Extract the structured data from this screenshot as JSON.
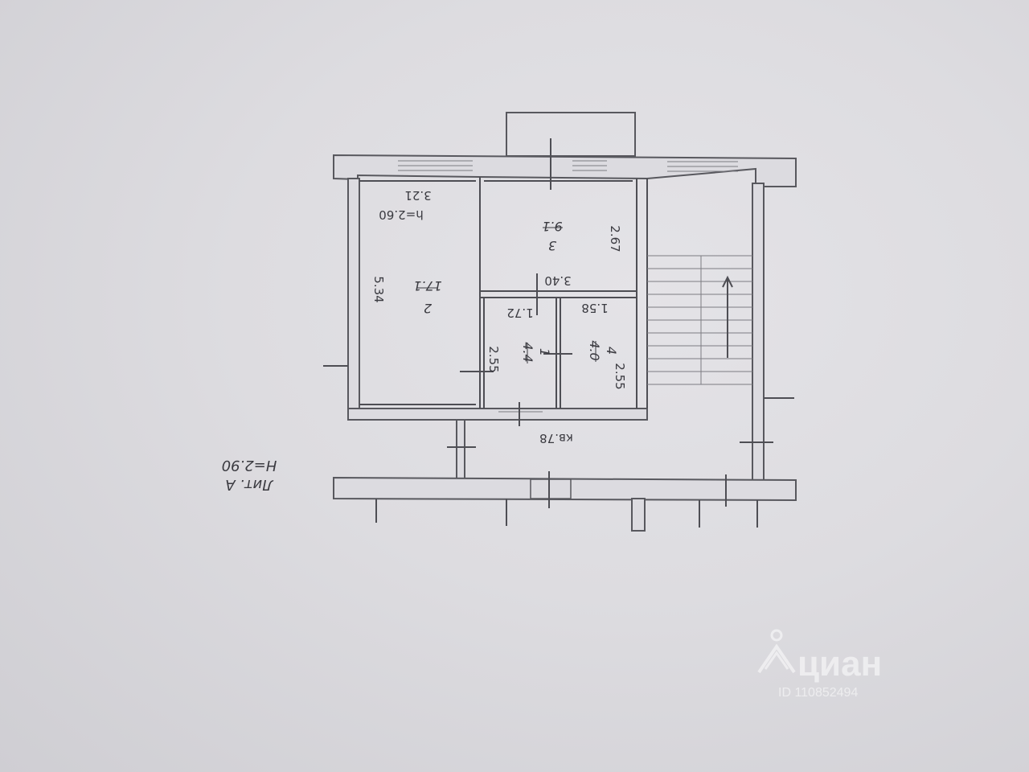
{
  "plan": {
    "sheet_label": "Лит. А",
    "building_height": "H=2.90",
    "flat_number": "кв.78",
    "ceiling_height": "h=2.60",
    "rooms": [
      {
        "number": "2",
        "area": "17.1",
        "length": "5.34",
        "width": "3.21"
      },
      {
        "number": "3",
        "area": "9.1",
        "length": "2.67",
        "width": "3.40"
      },
      {
        "number": "1",
        "area": "4.4",
        "length": "2.55",
        "width": "1.72"
      },
      {
        "number": "4",
        "area": "4.0",
        "length": "2.55",
        "width": "1.58"
      }
    ]
  },
  "watermark": {
    "brand": "циан",
    "id": "ID 110852494"
  }
}
